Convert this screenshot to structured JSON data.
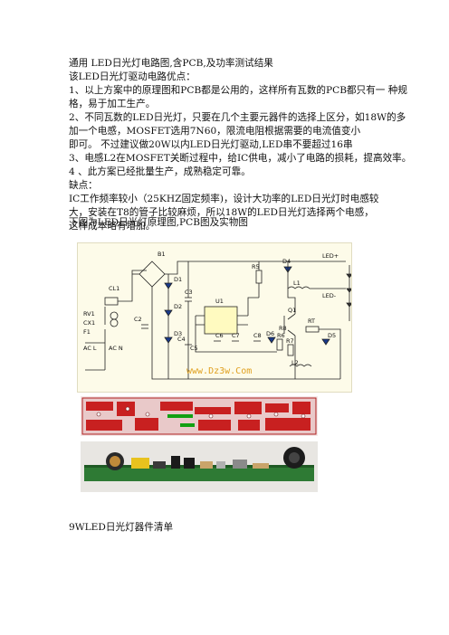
{
  "document": {
    "title": "通用 LED日光灯电路图,含PCB,及功率测试结果",
    "lines": [
      "该LED日光灯驱动电路优点：",
      "1、以上方案中的原理图和PCB都是公用的，这样所有瓦数的PCB都只有一 种规",
      "格，易于加工生产。",
      "2、不同瓦数的LED日光灯，只要在几个主要元器件的选择上区分，如18W的多",
      "加一个电感，MOSFET选用7N60，限流电阻根据需要的电流值变小",
      "即可。 不过建议做20W以内LED日光灯驱动,LED串不要超过16串",
      "3、电感L2在MOSFET关断过程中，给IC供电，减小了电路的损耗，提高效率。",
      "4 、此方案已经批量生产，成熟稳定可靠。",
      "缺点：",
      "IC工作频率较小（25KHZ固定频率)，设计大功率的LED日光灯时电感较",
      "大，安装在T8的管子比较麻烦，所以18W的LED日光灯选择两个电感，",
      "这样成本略有增加。"
    ],
    "caption": "下图为LED日光灯原理图,PCB图及实物图",
    "footer": "9WLED日光灯器件清单"
  },
  "schematic": {
    "labels": {
      "b1": "B1",
      "cl1": "CL1",
      "rv1": "RV1",
      "cx1": "CX1",
      "f1": "F1",
      "ac_l": "AC L",
      "ac_n": "AC N",
      "c2": "C2",
      "c3": "C3",
      "d1": "D1",
      "d2": "D2",
      "d3": "D3",
      "d4": "D4",
      "d5": "D5",
      "d6": "D6",
      "u1": "U1",
      "r5": "R5",
      "l1": "L1",
      "l2": "L2",
      "q1": "Q1",
      "c4": "C4",
      "c5": "C5",
      "c6": "C6",
      "c7": "C7",
      "c8": "C8",
      "r6": "R6",
      "r7": "R7",
      "r8": "R8",
      "rt": "RT",
      "led_pos": "LED+",
      "led_neg": "LED-"
    },
    "watermark": "www.Dz3w.Com"
  }
}
